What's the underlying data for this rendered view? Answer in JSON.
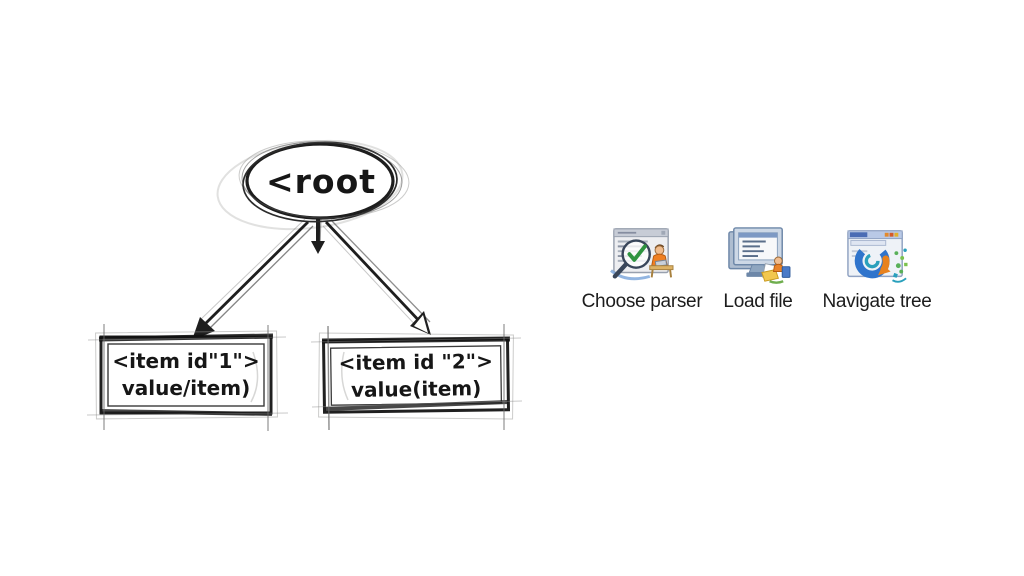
{
  "diagram": {
    "root": {
      "label": "<root"
    },
    "children": [
      {
        "line1": "<item id\"1\">",
        "line2": "value/item)"
      },
      {
        "line1": "<item id \"2\">",
        "line2": "value(item)"
      }
    ]
  },
  "steps": [
    {
      "label": "Choose parser",
      "icon": "choose-parser-icon"
    },
    {
      "label": "Load file",
      "icon": "load-file-icon"
    },
    {
      "label": "Navigate tree",
      "icon": "navigate-tree-icon"
    }
  ],
  "colors": {
    "ink": "#1e1e1e",
    "background": "#fdfdfb",
    "label_text": "#1c1c1c",
    "icon_blue": "#2f74cc",
    "icon_orange": "#e8821e",
    "icon_green": "#3f9c3f",
    "icon_yellow": "#f2c74e",
    "skin": "#f0bc8e"
  }
}
